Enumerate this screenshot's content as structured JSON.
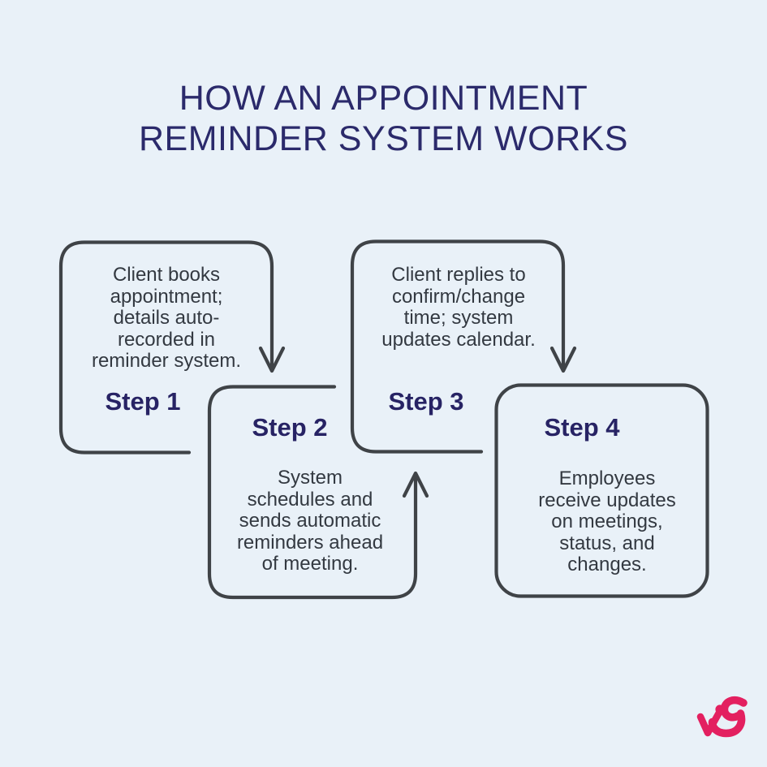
{
  "title": {
    "line1": "HOW AN APPOINTMENT",
    "line2": "REMINDER SYSTEM WORKS"
  },
  "steps": [
    {
      "label": "Step 1",
      "text": "Client books\nappointment;\ndetails auto-\nrecorded in\nreminder system."
    },
    {
      "label": "Step 2",
      "text": "System\nschedules and\nsends automatic\nreminders ahead\nof meeting."
    },
    {
      "label": "Step 3",
      "text": "Client replies to\nconfirm/change\ntime; system\nupdates calendar."
    },
    {
      "label": "Step 4",
      "text": "Employees\nreceive updates\non meetings,\nstatus, and\nchanges."
    }
  ],
  "connectors": [
    {
      "from": "Step 1",
      "to": "Step 2",
      "direction": "down"
    },
    {
      "from": "Step 2",
      "to": "Step 3",
      "direction": "up"
    },
    {
      "from": "Step 3",
      "to": "Step 4",
      "direction": "down"
    }
  ],
  "logo": {
    "icon": "vs-brand-logo"
  },
  "colors": {
    "background": "#e9f1f8",
    "outline": "#3f4347",
    "title_navy": "#2b2a6b",
    "step_navy": "#272364",
    "body_text": "#333941",
    "logo_pink": "#e32060"
  }
}
